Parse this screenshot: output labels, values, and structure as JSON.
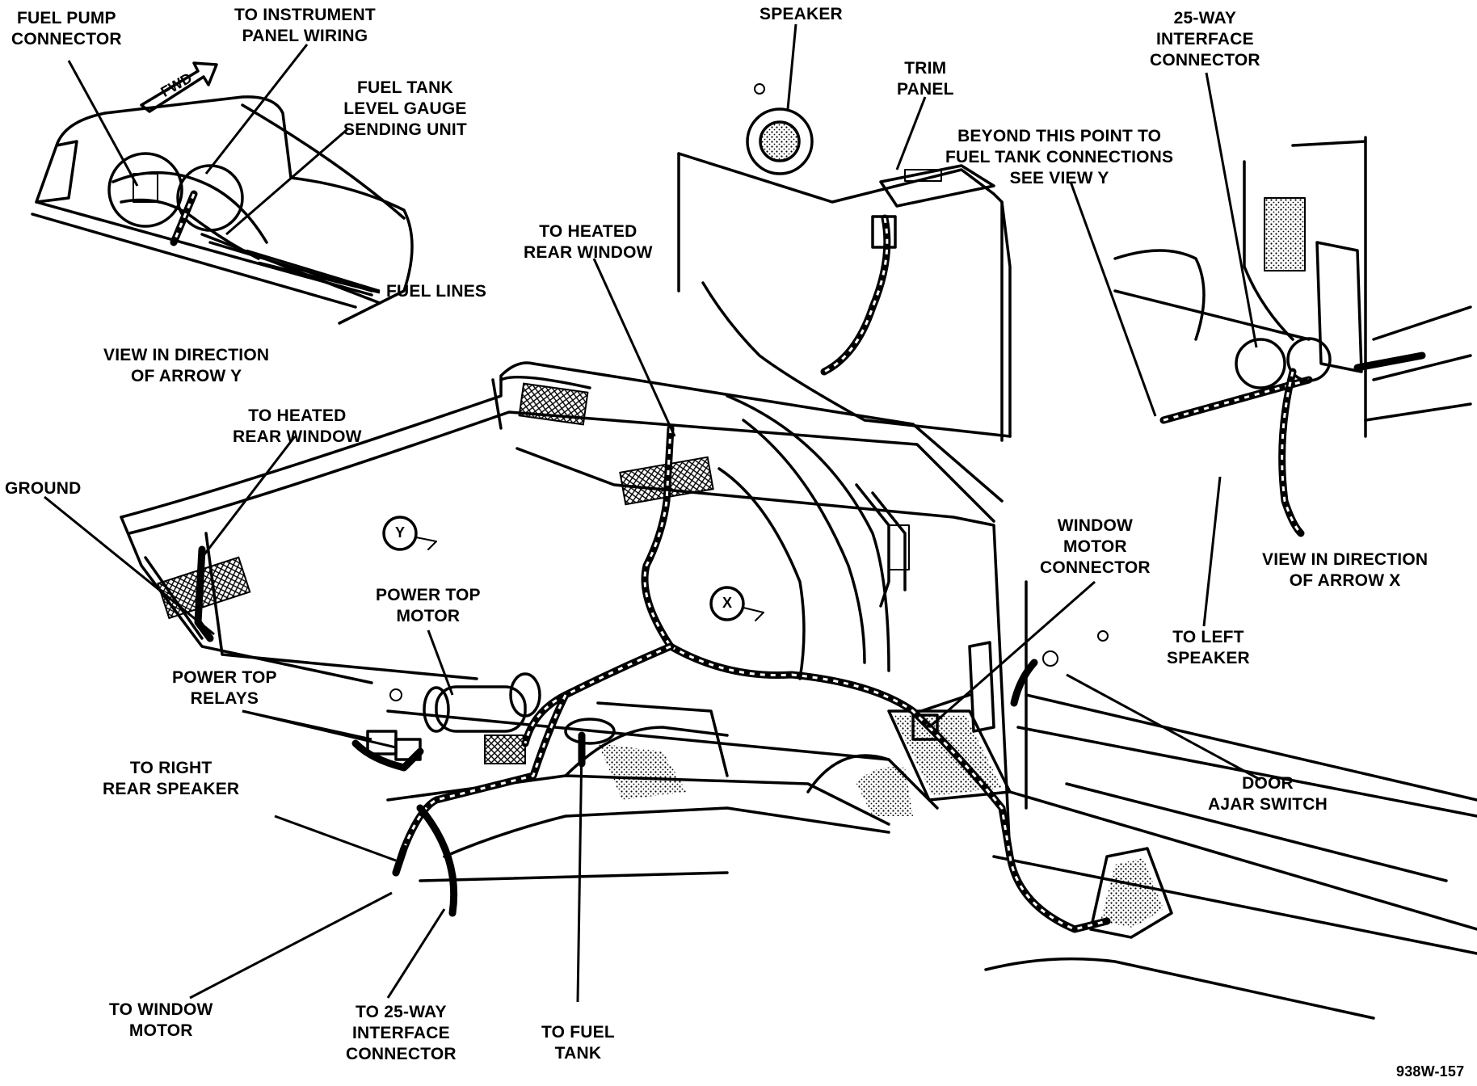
{
  "labels": {
    "fuel_pump_connector": "FUEL PUMP\nCONNECTOR",
    "to_instrument_panel_wiring": "TO INSTRUMENT\nPANEL WIRING",
    "fuel_tank_level_gauge": "FUEL TANK\nLEVEL GAUGE\nSENDING UNIT",
    "fuel_lines": "FUEL LINES",
    "fwd": "FWD",
    "view_arrow_y": "VIEW IN DIRECTION\nOF ARROW Y",
    "speaker": "SPEAKER",
    "trim_panel": "TRIM\nPANEL",
    "beyond_this_point": "BEYOND THIS POINT TO\nFUEL TANK CONNECTIONS\nSEE VIEW Y",
    "interface_connector_25": "25-WAY\nINTERFACE\nCONNECTOR",
    "to_heated_rear_window_top": "TO HEATED\nREAR WINDOW",
    "to_heated_rear_window_left": "TO HEATED\nREAR WINDOW",
    "ground": "GROUND",
    "power_top_motor": "POWER TOP\nMOTOR",
    "power_top_relays": "POWER TOP\nRELAYS",
    "to_right_rear_speaker": "TO RIGHT\nREAR SPEAKER",
    "window_motor_connector": "WINDOW\nMOTOR\nCONNECTOR",
    "view_arrow_x": "VIEW IN DIRECTION\nOF ARROW X",
    "to_left_speaker": "TO LEFT\nSPEAKER",
    "door_ajar_switch": "DOOR\nAJAR SWITCH",
    "to_window_motor": "TO WINDOW\nMOTOR",
    "to_25_way_interface": "TO 25-WAY\nINTERFACE\nCONNECTOR",
    "to_fuel_tank": "TO FUEL\nTANK",
    "figure_id": "938W-157",
    "arrow_y": "Y",
    "arrow_x": "X"
  }
}
